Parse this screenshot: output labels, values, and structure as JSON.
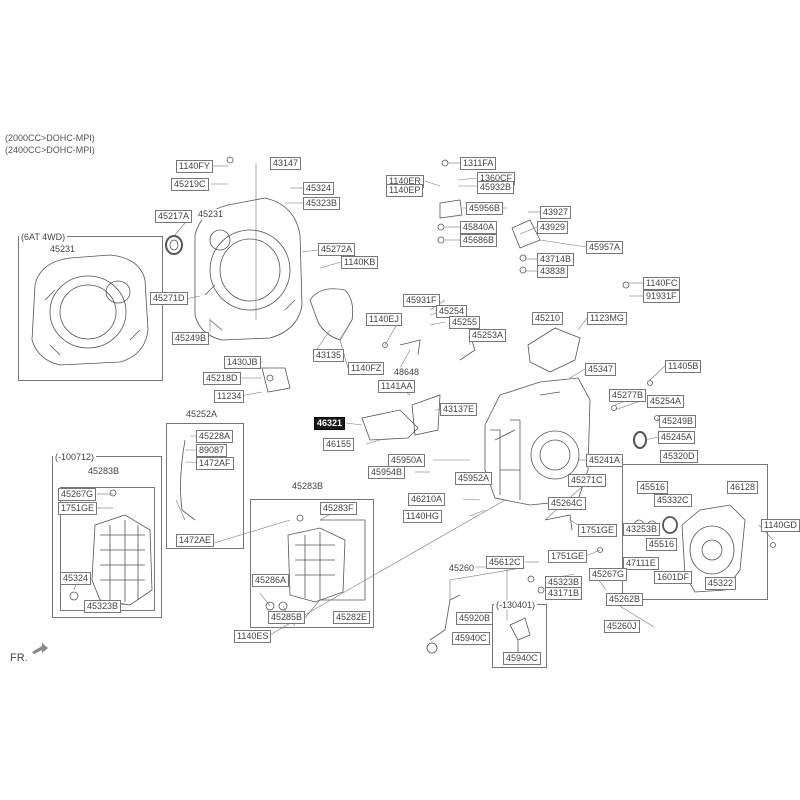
{
  "header": {
    "engine_1": "(2000CC>DOHC-MPI)",
    "engine_2": "(2400CC>DOHC-MPI)"
  },
  "boxes": {
    "awd": "(6AT 4WD)",
    "early": "(-100712)",
    "late": "(-130401)"
  },
  "orientation": "FR.",
  "parts": {
    "p45231_awd": "45231",
    "p1140FY": "1140FY",
    "p43147": "43147",
    "p45219C": "45219C",
    "p45324_top": "45324",
    "p45323B_top": "45323B",
    "p45217A": "45217A",
    "p45231": "45231",
    "p45272A": "45272A",
    "p1140KB": "1140KB",
    "p45271D": "45271D",
    "p45249B_left": "45249B",
    "p43135": "43135",
    "p1430JB": "1430JB",
    "p1140FZ": "1140FZ",
    "p45218D": "45218D",
    "p11234": "11234",
    "p1311FA": "1311FA",
    "p1140ER": "1140ER",
    "p1360CF": "1360CF",
    "p1140EP": "1140EP",
    "p45932B": "45932B",
    "p45956B": "45956B",
    "p43927": "43927",
    "p45840A": "45840A",
    "p43929": "43929",
    "p45686B": "45686B",
    "p45957A": "45957A",
    "p43714B": "43714B",
    "p43838": "43838",
    "p1140FC": "1140FC",
    "p91931F": "91931F",
    "p45931F": "45931F",
    "p45254": "45254",
    "p45255": "45255",
    "p1140EJ": "1140EJ",
    "p45253A": "45253A",
    "p45210": "45210",
    "p1123MG": "1123MG",
    "p48648": "48648",
    "p45347": "45347",
    "p11405B": "11405B",
    "p1141AA": "1141AA",
    "p45277B": "45277B",
    "p45254A": "45254A",
    "p43137E": "43137E",
    "p45249B_right": "45249B",
    "p46321": "46321",
    "p45245A": "45245A",
    "p46155": "46155",
    "p45241A": "45241A",
    "p45320D": "45320D",
    "p45950A": "45950A",
    "p45954B": "45954B",
    "p45952A": "45952A",
    "p45271C": "45271C",
    "p45516_a": "45516",
    "p45332C": "45332C",
    "p46128": "46128",
    "p46210A": "46210A",
    "p45264C": "45264C",
    "p43253B": "43253B",
    "p1140HG": "1140HG",
    "p1751GE_r": "1751GE",
    "p45516_b": "45516",
    "p1140GD": "1140GD",
    "p45612C": "45612C",
    "p1751GE_r2": "1751GE",
    "p47111E": "47111E",
    "p45260": "45260",
    "p45323B_mid": "45323B",
    "p45267G_mid": "45267G",
    "p1601DF": "1601DF",
    "p45322": "45322",
    "p43171B": "43171B",
    "p45262B": "45262B",
    "p45920B": "45920B",
    "p45260J": "45260J",
    "p45940C_a": "45940C",
    "p45940C_b": "45940C",
    "p45252A": "45252A",
    "p45228A": "45228A",
    "p89087": "89087",
    "p1472AF": "1472AF",
    "p1472AE": "1472AE",
    "p45283B": "45283B",
    "p45267G": "45267G",
    "p1751GE": "1751GE",
    "p45324_b": "45324",
    "p45323B_b": "45323B",
    "p45283B_pan": "45283B",
    "p45283F": "45283F",
    "p45286A": "45286A",
    "p45285B": "45285B",
    "p45282E": "45282E",
    "p1140ES": "1140ES"
  }
}
